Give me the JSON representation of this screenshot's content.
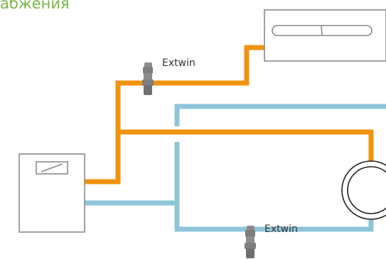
{
  "title": "абжения",
  "labels": {
    "valve_top": "Extwin",
    "valve_bottom": "Extwin"
  },
  "colors": {
    "title": "#7ab648",
    "hot_pipe": "#f0930e",
    "cold_pipe": "#8ec5d8",
    "outline": "#8a8a8a",
    "valve": "#8c8c8c"
  },
  "icons": [
    "boiler",
    "radiator",
    "water-heater",
    "valve-icon"
  ]
}
